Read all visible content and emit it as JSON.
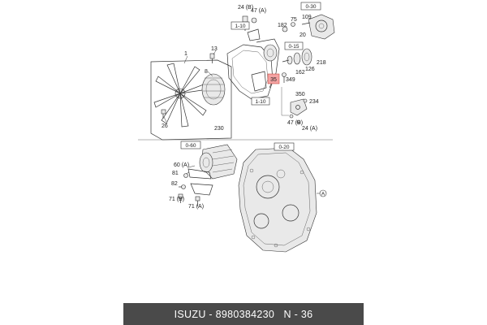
{
  "footer": {
    "brand": "ISUZU",
    "separator": " - ",
    "part_number": "8980384230",
    "gap": "   ",
    "page_ref": "N - 36"
  },
  "ref_boxes": {
    "ref_0_30": "0-30",
    "ref_1_10_top": "1-10",
    "ref_0_15": "0-15",
    "ref_1_10_bottom": "1-10",
    "ref_0_60": "0-60",
    "ref_0_20": "0-20"
  },
  "highlight": {
    "label": "35",
    "color": "#f4a3a3"
  },
  "callouts": {
    "c_1": "1",
    "c_13": "13",
    "c_8": "8",
    "c_26": "26",
    "c_230": "230",
    "c_24b": "24 (B)",
    "c_47a_top": "47 (A)",
    "c_75": "75",
    "c_109": "109",
    "c_182_top": "182",
    "c_20": "20",
    "c_218": "218",
    "c_162": "162",
    "c_126": "126",
    "c_349": "349",
    "c_350": "350",
    "c_234": "234",
    "c_47b": "47 (B)",
    "c_24a": "24 (A)",
    "c_60a": "60 (A)",
    "c_81": "81",
    "c_82": "82",
    "c_71b": "71 (B)",
    "c_71a": "71 (A)",
    "c_A": "A"
  }
}
